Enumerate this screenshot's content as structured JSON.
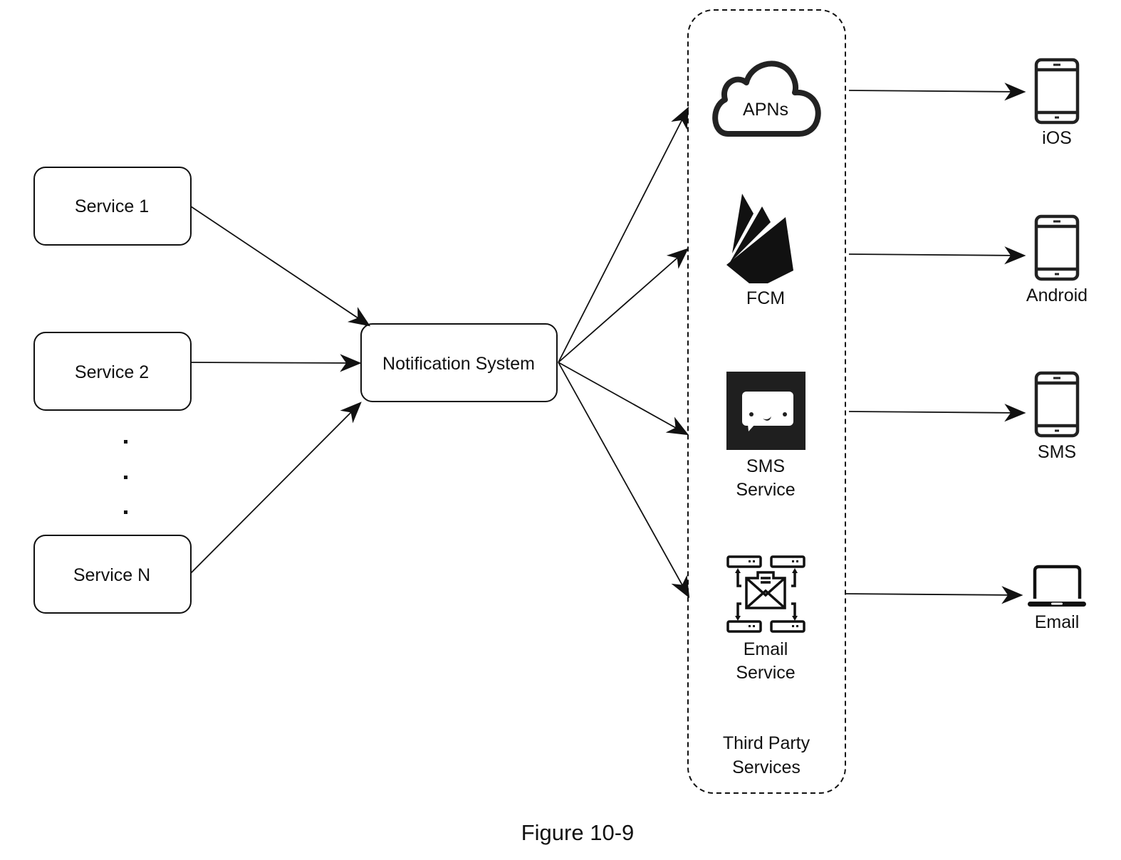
{
  "diagram": {
    "caption": "Figure 10-9",
    "sources": [
      {
        "id": "service-1",
        "label": "Service 1"
      },
      {
        "id": "service-2",
        "label": "Service 2"
      },
      {
        "id": "service-n",
        "label": "Service N"
      }
    ],
    "ellipsis": "...",
    "hub": {
      "id": "notification-system",
      "label": "Notification System"
    },
    "third_party_group": {
      "label_line1": "Third Party",
      "label_line2": "Services",
      "services": [
        {
          "id": "apns",
          "icon": "cloud-icon",
          "label_line1": "APNs",
          "label_line2": ""
        },
        {
          "id": "fcm",
          "icon": "firebase-icon",
          "label_line1": "FCM",
          "label_line2": ""
        },
        {
          "id": "sms-service",
          "icon": "chat-bubble-icon",
          "label_line1": "SMS",
          "label_line2": "Service"
        },
        {
          "id": "email-service",
          "icon": "email-server-icon",
          "label_line1": "Email",
          "label_line2": "Service"
        }
      ]
    },
    "devices": [
      {
        "id": "ios",
        "icon": "phone-icon",
        "label": "iOS"
      },
      {
        "id": "android",
        "icon": "phone-icon",
        "label": "Android"
      },
      {
        "id": "sms",
        "icon": "phone-icon",
        "label": "SMS"
      },
      {
        "id": "email",
        "icon": "laptop-icon",
        "label": "Email"
      }
    ],
    "edges": [
      {
        "from": "service-1",
        "to": "notification-system"
      },
      {
        "from": "service-2",
        "to": "notification-system"
      },
      {
        "from": "service-n",
        "to": "notification-system"
      },
      {
        "from": "notification-system",
        "to": "apns"
      },
      {
        "from": "notification-system",
        "to": "fcm"
      },
      {
        "from": "notification-system",
        "to": "sms-service"
      },
      {
        "from": "notification-system",
        "to": "email-service"
      },
      {
        "from": "apns",
        "to": "ios"
      },
      {
        "from": "fcm",
        "to": "android"
      },
      {
        "from": "sms-service",
        "to": "sms"
      },
      {
        "from": "email-service",
        "to": "email"
      }
    ],
    "colors": {
      "stroke": "#111111",
      "icon_fill": "#1a1a1a",
      "background": "#ffffff"
    }
  }
}
